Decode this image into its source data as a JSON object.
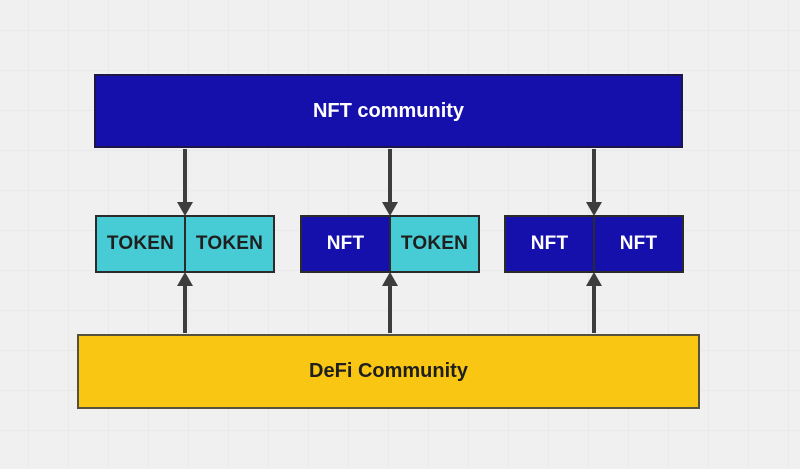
{
  "diagram": {
    "top_box": {
      "label": "NFT community"
    },
    "bottom_box": {
      "label": "DeFi Community"
    },
    "pairs": [
      {
        "cells": [
          {
            "label": "TOKEN",
            "type": "token"
          },
          {
            "label": "TOKEN",
            "type": "token"
          }
        ]
      },
      {
        "cells": [
          {
            "label": "NFT",
            "type": "nft"
          },
          {
            "label": "TOKEN",
            "type": "token"
          }
        ]
      },
      {
        "cells": [
          {
            "label": "NFT",
            "type": "nft"
          },
          {
            "label": "NFT",
            "type": "nft"
          }
        ]
      }
    ],
    "colors": {
      "nft_blue": "#1510ab",
      "token_cyan": "#47cbd4",
      "defi_yellow": "#f9c613",
      "arrow_gray": "#3d3d3d",
      "background_gray": "#f0f0f0",
      "text_dark": "#1f1f1f",
      "text_light": "#ffffff"
    }
  }
}
